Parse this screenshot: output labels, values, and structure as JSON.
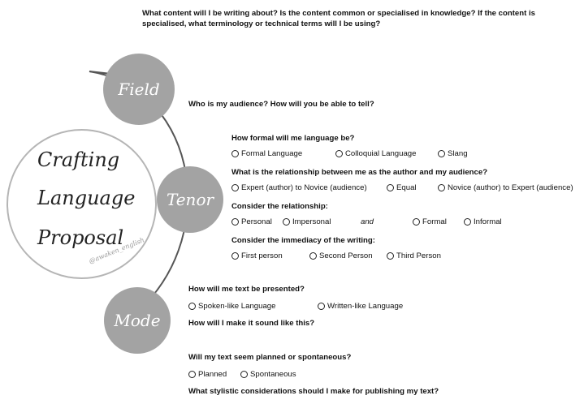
{
  "top_question": "What content will I be writing about? Is the content common or specialised in knowledge? If the content is specialised, what terminology or technical terms will I be using?",
  "field": {
    "label": "Field",
    "audience_question": "Who is my audience? How will you be able to tell?"
  },
  "tenor": {
    "label": "Tenor",
    "formal_question": "How formal will me language be?",
    "formal_options": [
      "Formal Language",
      "Colloquial Language",
      "Slang"
    ],
    "relationship_question": "What is the relationship between me as the author and my audience?",
    "relationship_options": [
      "Expert (author) to Novice (audience)",
      "Equal",
      "Novice (author) to Expert (audience)"
    ],
    "consider_relationship": "Consider the relationship:",
    "relationship_type_options": [
      "Personal",
      "Impersonal",
      "Formal",
      "Informal"
    ],
    "and_text": "and",
    "immediacy_question": "Consider the immediacy of the writing:",
    "immediacy_options": [
      "First person",
      "Second Person",
      "Third Person"
    ]
  },
  "mode": {
    "label": "Mode",
    "presented_question": "How will me text be presented?",
    "presented_options": [
      "Spoken-like Language",
      "Written-like Language"
    ],
    "sound_question": "How will I make it sound like this?",
    "planned_question": "Will my text seem planned or spontaneous?",
    "planned_options": [
      "Planned",
      "Spontaneous"
    ],
    "stylistic_question": "What stylistic considerations should I make for publishing my text?"
  },
  "title": {
    "line1": "Crafting",
    "line2": "Language",
    "line3": "Proposal"
  },
  "handle": "@awaken_english",
  "colors": {
    "circle_fill": "#a3a3a3",
    "arc": "#555555",
    "big_circle_border": "#b5b5b5"
  }
}
